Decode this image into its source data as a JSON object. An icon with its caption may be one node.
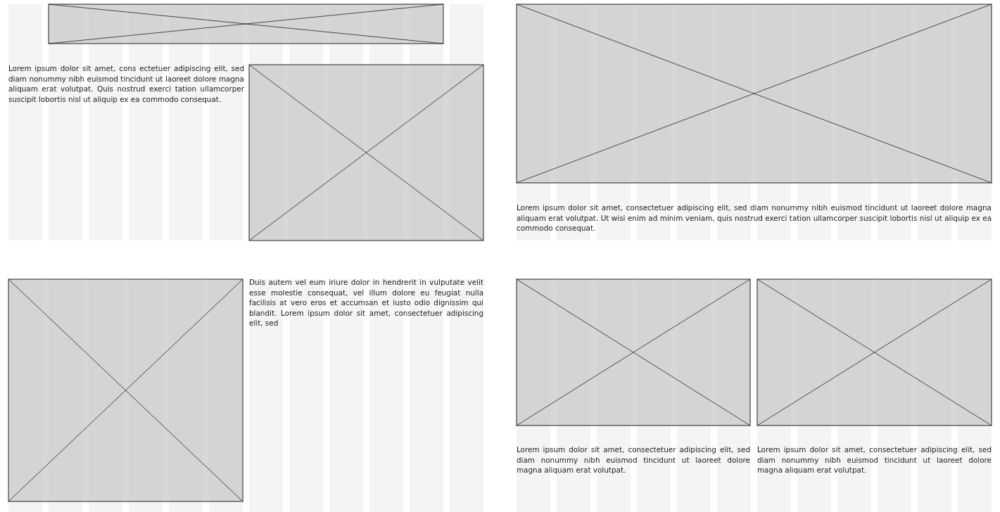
{
  "diagram": {
    "labels": [
      "Lorem ipsum dolor sit amet, cons ectetuer adipiscing elit, sed diam nonummy nibh euismod tincidunt ut laoreet dolore magna aliquam erat volutpat. Quis nostrud exerci tation ullamcorper suscipit lobortis nisl ut aliquip ex ea commodo consequat.",
      "Lorem ipsum dolor sit amet, consectetuer adipiscing elit, sed diam nonummy nibh euismod tincidunt ut laoreet dolore magna aliquam erat volutpat. Ut wisi enim ad minim veniam, quis nostrud exerci tation ullamcorper suscipit lobortis nisl ut aliquip ex ea commodo consequat.",
      "Duis autem vel eum iriure dolor in hendrerit in vulputate velit esse molestie consequat, vel illum dolore eu feugiat nulla facilisis at vero eros et accumsan et iusto odio dignissim qui blandit. Lorem ipsum dolor sit amet, consectetuer adipiscing elit, sed",
      "Lorem ipsum dolor sit amet, consectetuer adipiscing elit, sed diam nonummy nibh euismod tincidunt ut laoreet dolore magna aliquam erat volutpat.",
      "Lorem ipsum dolor sit amet, consectetuer adipiscing elit, sed diam nonummy nibh euismod tincidunt ut laoreet dolore magna aliquam erat volutpat."
    ]
  }
}
